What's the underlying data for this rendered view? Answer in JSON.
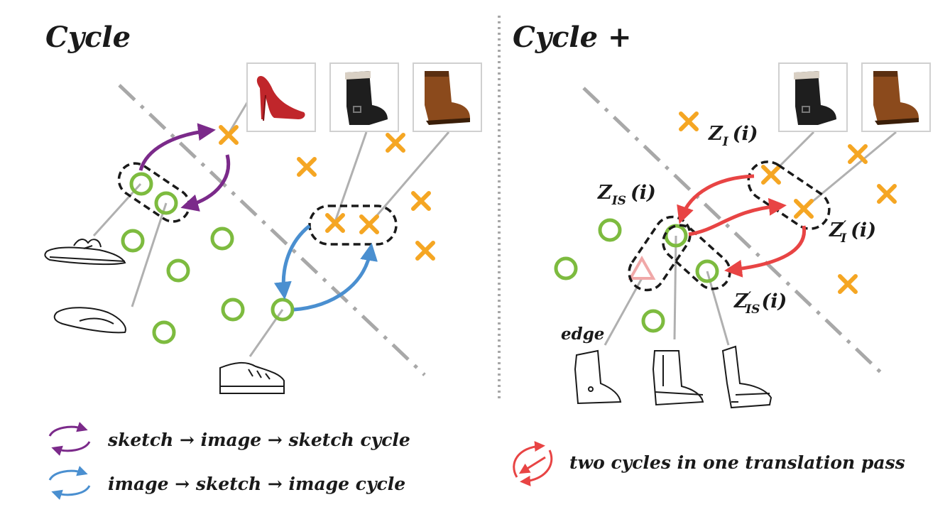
{
  "left_panel": {
    "title": "Cycle"
  },
  "right_panel": {
    "title": "Cycle +",
    "labels": {
      "z_i": {
        "main": "Z",
        "sub": "I",
        "arg": "(i)"
      },
      "z_is": {
        "main": "Z",
        "sub": "IS",
        "arg": "(i)"
      },
      "z_i_prime": {
        "main": "Z",
        "sub": "I",
        "prime": "′",
        "arg": "(i)"
      },
      "z_is_prime": {
        "main": "Z",
        "sub": "IS",
        "prime": "′",
        "arg": "(i)"
      },
      "edge": "edge"
    }
  },
  "legend": {
    "sketch_cycle": "sketch → image → sketch  cycle",
    "image_cycle": "image → sketch → image  cycle",
    "two_cycles": "two cycles in one translation pass"
  },
  "colors": {
    "sketch_marker": "#7dbb3f",
    "image_marker": "#f5a623",
    "purple_arrow": "#7b2a8a",
    "blue_arrow": "#4a8fd0",
    "red_arrow": "#e84444",
    "edge_marker": "#f0a8a8",
    "connector": "#b0b0b0",
    "boundary": "#a8a8a8"
  }
}
